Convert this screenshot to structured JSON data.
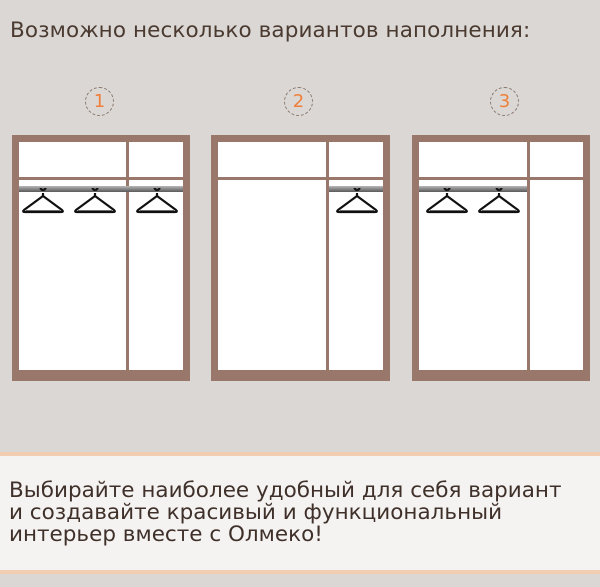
{
  "header": {
    "title": "Возможно несколько вариантов наполнения:"
  },
  "variants": [
    {
      "number": "1",
      "description": "Two sections, top shelves, hanging rods across both sections with 3 hangers"
    },
    {
      "number": "2",
      "description": "Two sections, top shelves, hanging rod in right section with 1 hanger"
    },
    {
      "number": "3",
      "description": "Two sections, top shelves, hanging rod in left section with 2 hangers"
    }
  ],
  "footer": {
    "lines": [
      "Выбирайте наиболее удобный для себя вариант",
      "и создавайте красивый и функциональный",
      "интерьер вместе с Олмеко!"
    ]
  },
  "colors": {
    "background": "#dbd7d4",
    "frame": "#9a776b",
    "badge_number": "#ef7f3a",
    "footer_bg": "#f5f3f1",
    "footer_border": "#f2cdb2",
    "text": "#4a3a30"
  }
}
